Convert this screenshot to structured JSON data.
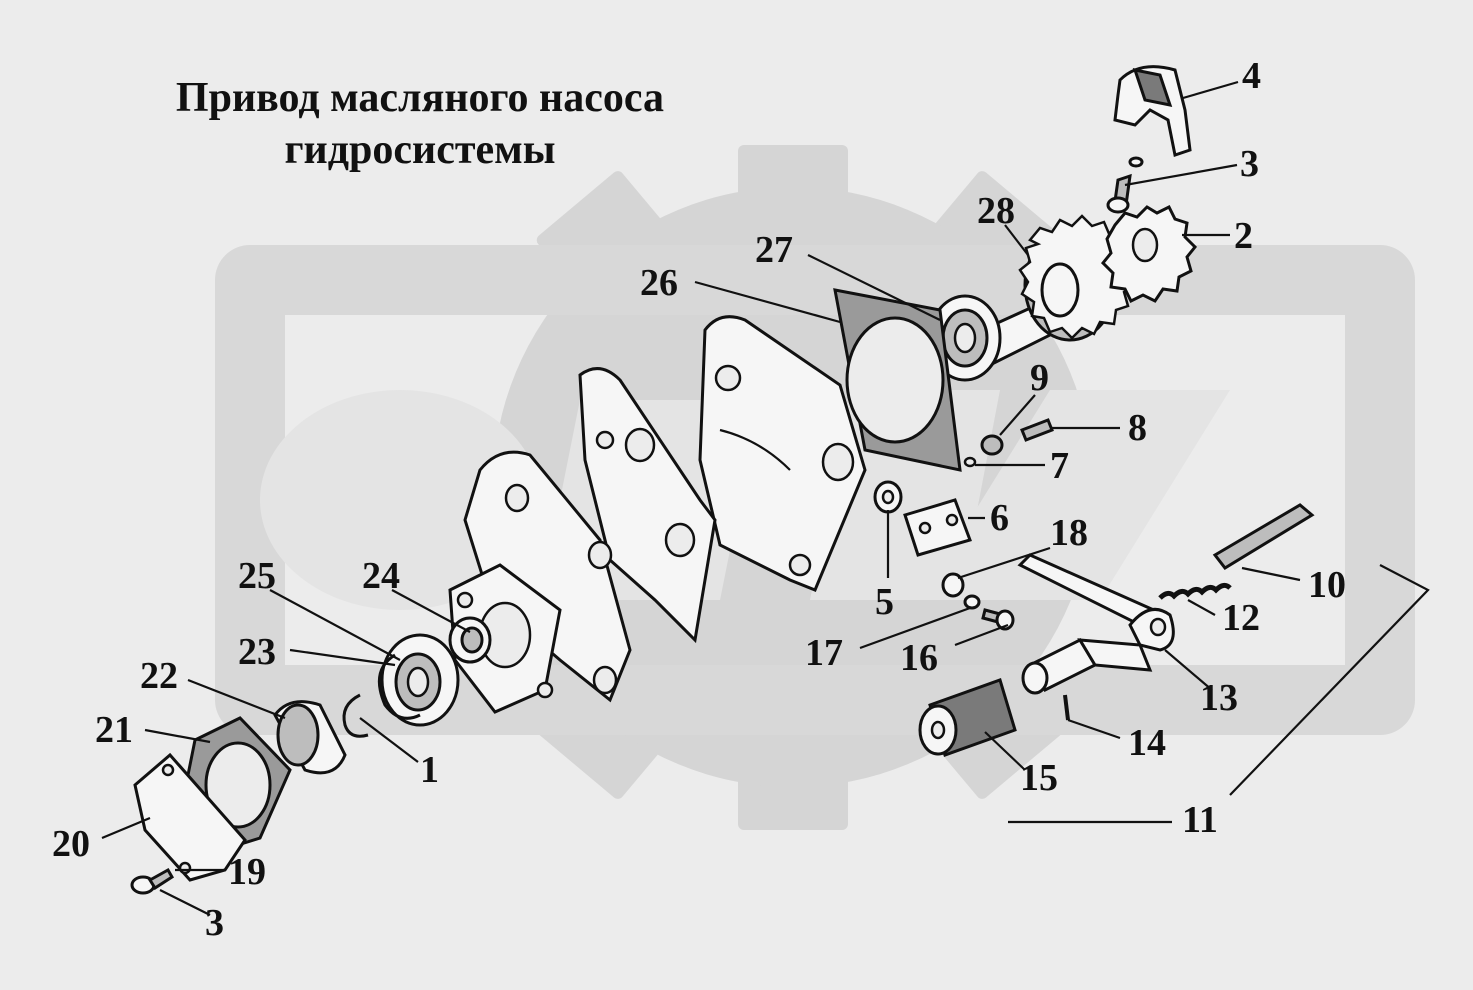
{
  "diagram": {
    "title_line1": "Привод масляного насоса",
    "title_line2": "гидросистемы",
    "colors": {
      "background": "#ececec",
      "watermark": "#d2d2d2",
      "ink": "#111111"
    },
    "watermark_icon": "gear-logo-watermark",
    "callouts": [
      "1",
      "2",
      "3",
      "3",
      "4",
      "5",
      "6",
      "7",
      "8",
      "9",
      "10",
      "11",
      "12",
      "13",
      "14",
      "15",
      "16",
      "17",
      "18",
      "19",
      "20",
      "21",
      "22",
      "23",
      "24",
      "25",
      "26",
      "27",
      "28"
    ]
  }
}
